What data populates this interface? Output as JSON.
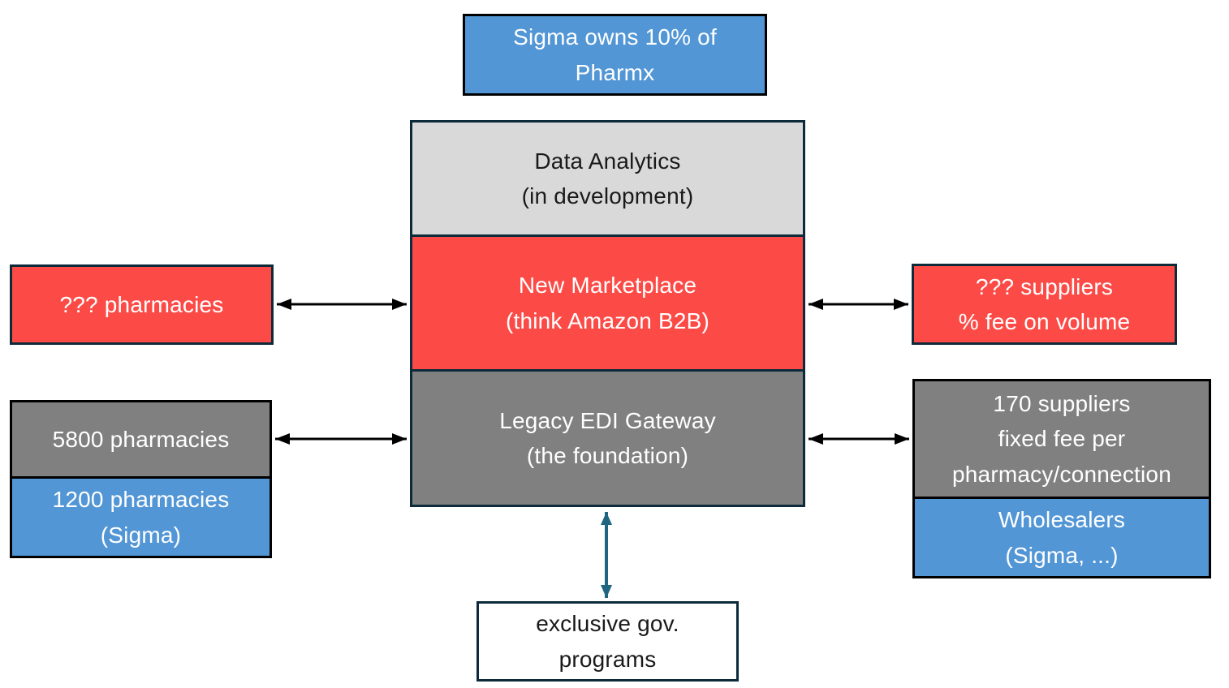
{
  "diagram": {
    "top": {
      "sigma_ownership": {
        "lines": [
          "Sigma owns 10% of",
          "Pharmx"
        ]
      }
    },
    "center": {
      "data_analytics": {
        "lines": [
          "Data Analytics",
          "(in development)"
        ]
      },
      "new_marketplace": {
        "lines": [
          "New Marketplace",
          "(think Amazon B2B)"
        ]
      },
      "legacy_gateway": {
        "lines": [
          "Legacy EDI Gateway",
          "(the foundation)"
        ]
      }
    },
    "left": {
      "unknown_pharmacies": {
        "lines": [
          "??? pharmacies"
        ]
      },
      "pharmacies_5800": {
        "lines": [
          "5800 pharmacies"
        ]
      },
      "pharmacies_1200": {
        "lines": [
          "1200 pharmacies",
          "(Sigma)"
        ]
      }
    },
    "right": {
      "unknown_suppliers": {
        "lines": [
          "??? suppliers",
          "% fee on volume"
        ]
      },
      "suppliers_170": {
        "lines": [
          "170 suppliers",
          "fixed fee per",
          "pharmacy/connection"
        ]
      },
      "wholesalers": {
        "lines": [
          "Wholesalers",
          "(Sigma, ...)"
        ]
      }
    },
    "bottom": {
      "gov_programs": {
        "lines": [
          "exclusive gov.",
          "programs"
        ]
      }
    },
    "colors": {
      "red": "#FC4B47",
      "blue": "#5296D5",
      "dark_gray": "#808080",
      "light_gray": "#D9D9D9",
      "border_navy": "#0C2A3A",
      "border_black": "#000000",
      "arrow_black": "#000000",
      "arrow_teal": "#1F6480"
    }
  }
}
